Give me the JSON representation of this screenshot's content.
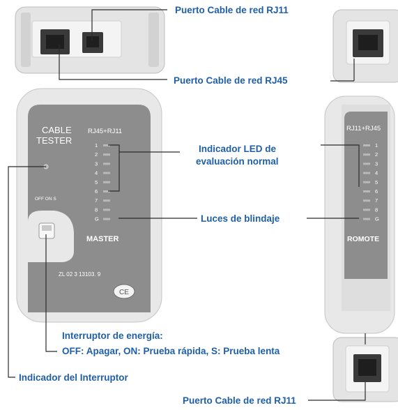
{
  "callouts": {
    "rj11_top": "Puerto Cable de red RJ11",
    "rj45_top": "Puerto Cable de red RJ45",
    "led_normal_line1": "Indicador LED de",
    "led_normal_line2": "evaluación normal",
    "shield_lights": "Luces de blindaje",
    "power_switch_title": "Interruptor de energía:",
    "power_switch_modes": "OFF: Apagar, ON: Prueba rápida, S: Prueba lenta",
    "switch_indicator": "Indicador del Interruptor",
    "rj11_bottom": "Puerto Cable de red RJ11"
  },
  "master_unit": {
    "title_line1": "CABLE",
    "title_line2": "TESTER",
    "port_label": "RJ45+RJ11",
    "switch_positions": "OFF  ON  S",
    "led_numbers": [
      "1",
      "2",
      "3",
      "4",
      "5",
      "6",
      "7",
      "8",
      "G"
    ],
    "name": "MASTER",
    "model": "ZL  02  3  13103. 9",
    "ce_mark": "CE"
  },
  "remote_unit": {
    "port_label": "RJ11+RJ45",
    "led_numbers": [
      "1",
      "2",
      "3",
      "4",
      "5",
      "6",
      "7",
      "8",
      "G"
    ],
    "name": "ROMOTE"
  },
  "colors": {
    "callout_text": "#1f5fa8",
    "panel_gray": "#8d8d8d",
    "body_light": "#e9e9e9",
    "port_dark": "#3a3a3a"
  }
}
